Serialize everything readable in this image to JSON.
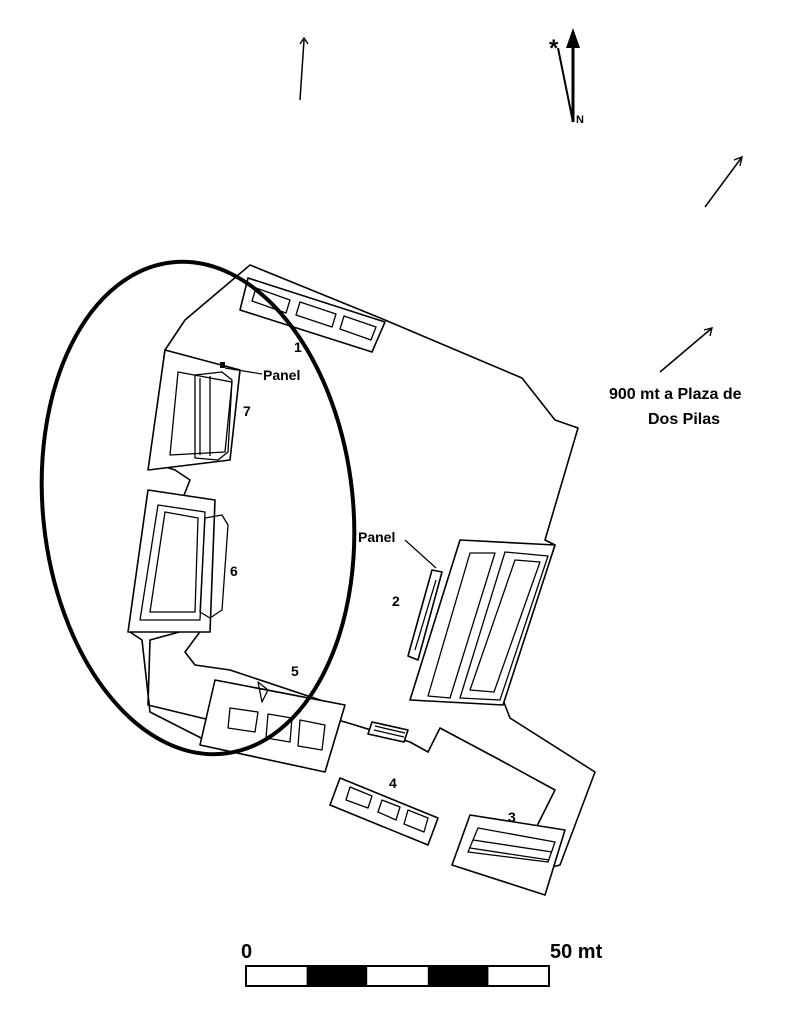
{
  "structures": [
    {
      "number": "1"
    },
    {
      "number": "2"
    },
    {
      "number": "3"
    },
    {
      "number": "4"
    },
    {
      "number": "5"
    },
    {
      "number": "6"
    },
    {
      "number": "7"
    }
  ],
  "panel_labels": [
    "Panel",
    "Panel"
  ],
  "north_label": "N",
  "north_star": "*",
  "direction_note": [
    "900 mt a Plaza de",
    "Dos Pilas"
  ],
  "scale_bar": {
    "start_label": "0",
    "end_label": "50 mt",
    "segments": 5
  },
  "colors": {
    "ink": "#000000",
    "paper": "#ffffff"
  }
}
